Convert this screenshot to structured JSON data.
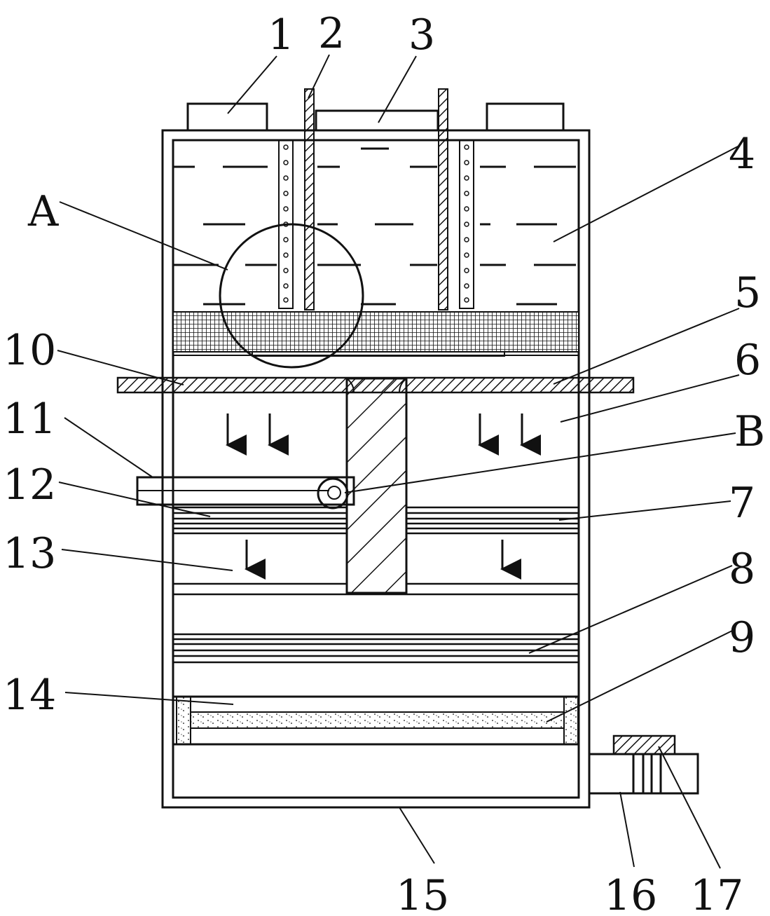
{
  "labels": {
    "l1": "1",
    "l2": "2",
    "l3": "3",
    "l4": "4",
    "l5": "5",
    "l6": "6",
    "l7": "7",
    "l8": "8",
    "l9": "9",
    "l10": "10",
    "l11": "11",
    "l12": "12",
    "l13": "13",
    "l14": "14",
    "l15": "15",
    "l16": "16",
    "l17": "17",
    "lA": "A",
    "lB": "B"
  }
}
